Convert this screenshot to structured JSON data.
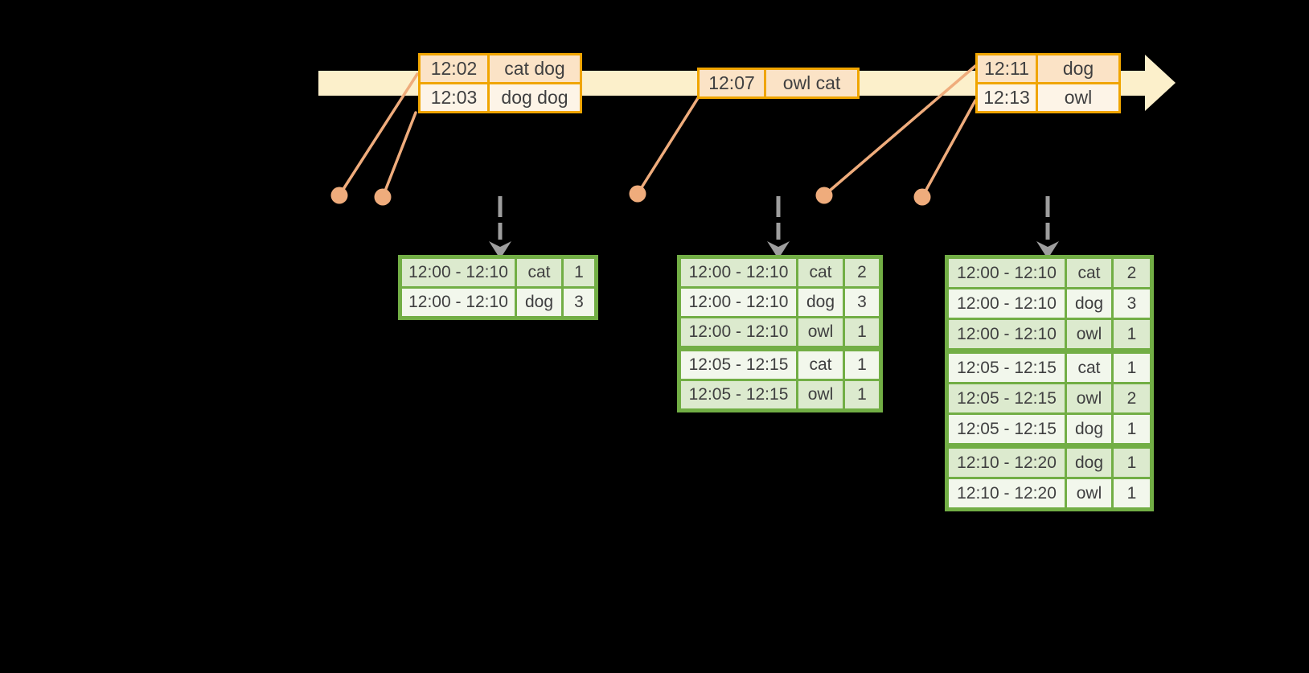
{
  "diagram": {
    "stream_tables": [
      {
        "rows": [
          {
            "time": "12:02",
            "words": "cat dog"
          },
          {
            "time": "12:03",
            "words": "dog dog"
          }
        ]
      },
      {
        "rows": [
          {
            "time": "12:07",
            "words": "owl cat"
          }
        ]
      },
      {
        "rows": [
          {
            "time": "12:11",
            "words": "dog"
          },
          {
            "time": "12:13",
            "words": "owl"
          }
        ]
      }
    ],
    "window_tables": [
      {
        "rows": [
          {
            "window": "12:00 - 12:10",
            "word": "cat",
            "count": "1"
          },
          {
            "window": "12:00 - 12:10",
            "word": "dog",
            "count": "3"
          }
        ]
      },
      {
        "rows": [
          {
            "window": "12:00 - 12:10",
            "word": "cat",
            "count": "2"
          },
          {
            "window": "12:00 - 12:10",
            "word": "dog",
            "count": "3"
          },
          {
            "window": "12:00 - 12:10",
            "word": "owl",
            "count": "1"
          },
          {
            "window": "12:05 - 12:15",
            "word": "cat",
            "count": "1"
          },
          {
            "window": "12:05 - 12:15",
            "word": "owl",
            "count": "1"
          }
        ]
      },
      {
        "rows": [
          {
            "window": "12:00 - 12:10",
            "word": "cat",
            "count": "2"
          },
          {
            "window": "12:00 - 12:10",
            "word": "dog",
            "count": "3"
          },
          {
            "window": "12:00 - 12:10",
            "word": "owl",
            "count": "1"
          },
          {
            "window": "12:05 - 12:15",
            "word": "cat",
            "count": "1"
          },
          {
            "window": "12:05 - 12:15",
            "word": "owl",
            "count": "2"
          },
          {
            "window": "12:05 - 12:15",
            "word": "dog",
            "count": "1"
          },
          {
            "window": "12:10 - 12:20",
            "word": "dog",
            "count": "1"
          },
          {
            "window": "12:10 - 12:20",
            "word": "owl",
            "count": "1"
          }
        ]
      }
    ],
    "colors": {
      "background": "#000000",
      "band": "#FCF0CB",
      "orange_border": "#F0A500",
      "peach_dark": "#FBE3C6",
      "peach_light": "#FDF4E7",
      "salmon": "#EFAC7C",
      "green_border": "#72AE45",
      "green_dark": "#DCEACE",
      "green_light": "#F2F7EC",
      "arrow_gray": "#9E9E9E",
      "text": "#3F3F40"
    }
  }
}
